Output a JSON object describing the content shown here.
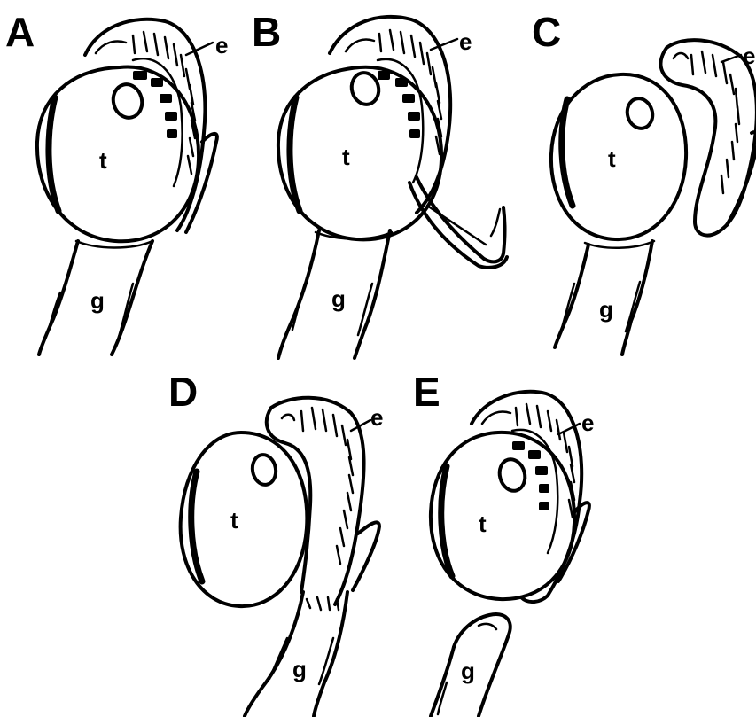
{
  "panels": [
    {
      "id": "A",
      "letter": "A",
      "labels": {
        "testis": "t",
        "epididymis": "e",
        "gubernaculum": "g"
      }
    },
    {
      "id": "B",
      "letter": "B",
      "labels": {
        "testis": "t",
        "epididymis": "e",
        "gubernaculum": "g"
      }
    },
    {
      "id": "C",
      "letter": "C",
      "labels": {
        "testis": "t",
        "epididymis": "e",
        "gubernaculum": "g"
      }
    },
    {
      "id": "D",
      "letter": "D",
      "labels": {
        "testis": "t",
        "epididymis": "e",
        "gubernaculum": "g"
      }
    },
    {
      "id": "E",
      "letter": "E",
      "labels": {
        "testis": "t",
        "epididymis": "e",
        "gubernaculum": "g"
      }
    }
  ],
  "colors": {
    "ink": "#000000",
    "background": "#ffffff"
  }
}
